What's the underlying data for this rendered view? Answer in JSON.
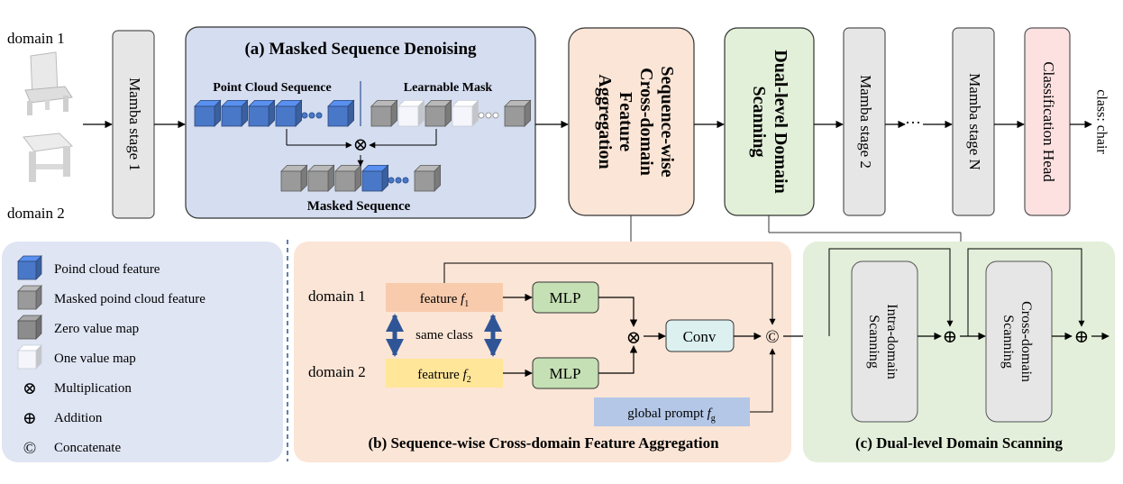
{
  "domains": {
    "top": "domain 1",
    "bottom": "domain 2"
  },
  "pipeline": {
    "stage1": "Mamba stage 1",
    "sfa_title": [
      "Sequence-wise",
      "Cross-domain",
      "Feature",
      "Aggregation"
    ],
    "dds_title": [
      "Dual-level Domain",
      "Scanning"
    ],
    "stage2": "Mamba stage 2",
    "dots": "···",
    "stageN": "Mamba stage N",
    "head": "Classification Head",
    "output": "class: chair"
  },
  "panel_a": {
    "title": "(a) Masked Sequence Denoising",
    "seq_label": "Point Cloud Sequence",
    "mask_label": "Learnable Mask",
    "masked_label": "Masked Sequence",
    "mult": "⊗"
  },
  "legend": [
    {
      "kind": "blue-cube",
      "label": "Poind cloud feature"
    },
    {
      "kind": "gray-cube",
      "label": "Masked poind cloud feature"
    },
    {
      "kind": "dark-gray-cube",
      "label": "Zero value map"
    },
    {
      "kind": "white-cube",
      "label": "One value map"
    },
    {
      "kind": "symbol",
      "symbol": "⊗",
      "label": "Multiplication"
    },
    {
      "kind": "symbol",
      "symbol": "⊕",
      "label": "Addition"
    },
    {
      "kind": "symbol",
      "symbol": "©",
      "label": "Concatenate"
    }
  ],
  "panel_b": {
    "title": "(b) Sequence-wise Cross-domain Feature Aggregation",
    "domain1": "domain 1",
    "domain2": "domain 2",
    "feat1": "feature ",
    "feat1_var": "f",
    "feat1_sub": "1",
    "feat2": "featrure ",
    "feat2_var": "f",
    "feat2_sub": "2",
    "same_class": "same class",
    "mlp1": "MLP",
    "mlp2": "MLP",
    "mult": "⊗",
    "conv": "Conv",
    "concat": "©",
    "prompt": "global prompt ",
    "prompt_var": "f",
    "prompt_sub": "g"
  },
  "panel_c": {
    "title": "(c) Dual-level Domain Scanning",
    "intra": [
      "Intra-domain",
      "Scanning"
    ],
    "cross": [
      "Cross-domain",
      "Scanning"
    ],
    "add1": "⊕",
    "add2": "⊕"
  },
  "colors": {
    "blue_cube": "#4a78c8",
    "panel_a_bg": "#d5ddf0",
    "panel_legend_bg": "#dfe5f3",
    "panel_b_bg": "#fbe5d6",
    "panel_c_bg": "#e3efda",
    "stage_gray": "#e6e6e6",
    "sfa_fill": "#fbe5d6",
    "dds_fill": "#e2f0d9",
    "head_fill": "#fde0e0",
    "feat1_fill": "#f8cbad",
    "feat2_fill": "#ffe699",
    "mlp_fill": "#c5e0b4",
    "conv_fill": "#dcf0f0",
    "prompt_fill": "#b4c7e7"
  }
}
